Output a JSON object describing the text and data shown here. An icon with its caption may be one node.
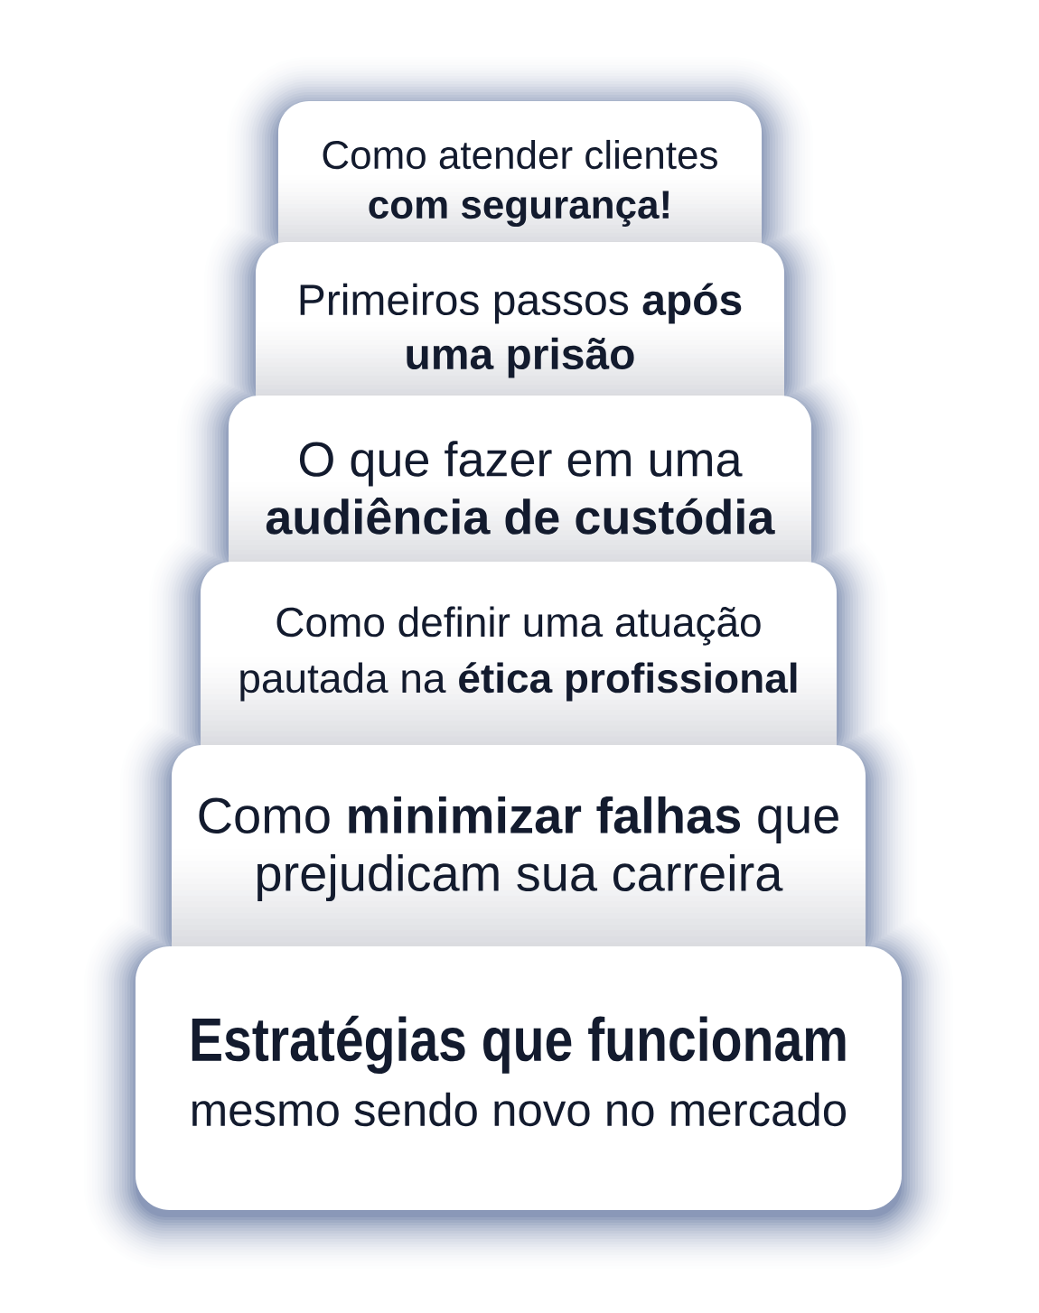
{
  "diagram": {
    "nodes": [
      {
        "text": [
          "Como atender clientes **com segurança!**"
        ]
      },
      {
        "text": [
          "Primeiros passos **após uma prisão**"
        ]
      },
      {
        "text": [
          "O que fazer em uma **audiência de custódia**"
        ]
      },
      {
        "text": [
          "Como definir uma atuação pautada na **ética profissional**"
        ]
      },
      {
        "text": [
          "Como **minimizar falhas** que prejudicam sua carreira"
        ]
      },
      {
        "text": [
          "Estratégias que funcionam",
          "mesmo sendo novo no mercado"
        ]
      }
    ]
  }
}
